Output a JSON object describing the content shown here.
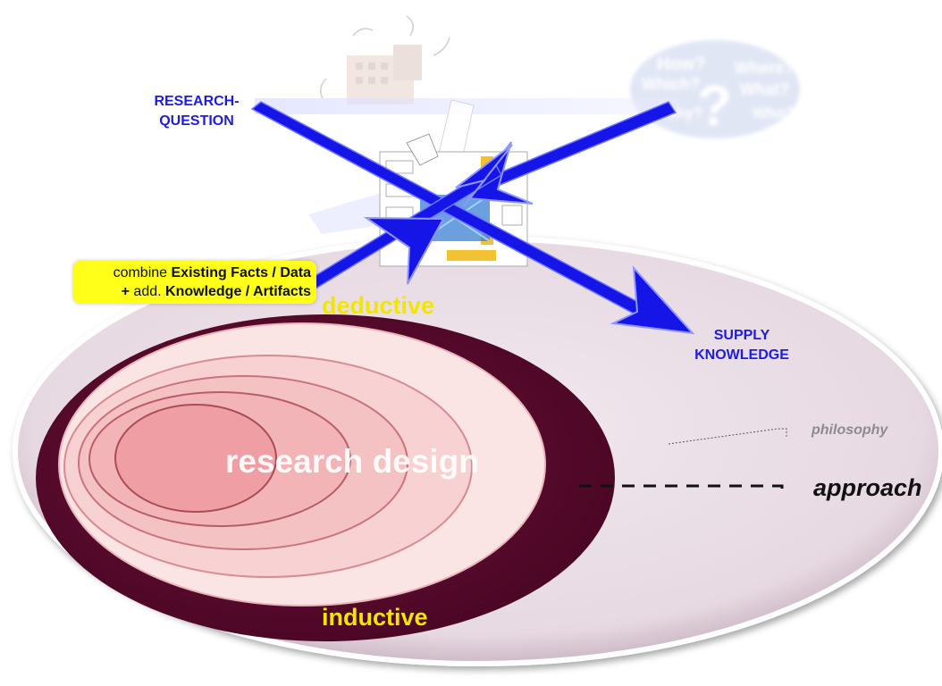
{
  "diagram": {
    "nodes": {
      "research_question": [
        "RESEARCH-",
        "QUESTION"
      ],
      "supply_knowledge": [
        "SUPPLY",
        "KNOWLEDGE"
      ],
      "deductive": "deductive",
      "inductive": "inductive",
      "research_design": "research design",
      "philosophy": "philosophy",
      "approach": "approach"
    },
    "callout": {
      "line1_prefix": "combine ",
      "line1_bold": "Existing Facts / Data",
      "line2_plus": "+",
      "line2_mid": " add. ",
      "line2_bold": "Knowledge / Artifacts"
    },
    "colors": {
      "arrow_blue": "#1515e8",
      "ring_dark": "#5a0a2e",
      "label_blue": "#1d1de0",
      "label_yellow": "#f2e600",
      "callout_bg": "#ffff1a"
    },
    "icons": [
      "question-words-image",
      "building-image",
      "flowchart-collage-image"
    ],
    "question_words": [
      "How?",
      "Which?",
      "Where?",
      "What?",
      "Why?",
      "Who?"
    ]
  }
}
